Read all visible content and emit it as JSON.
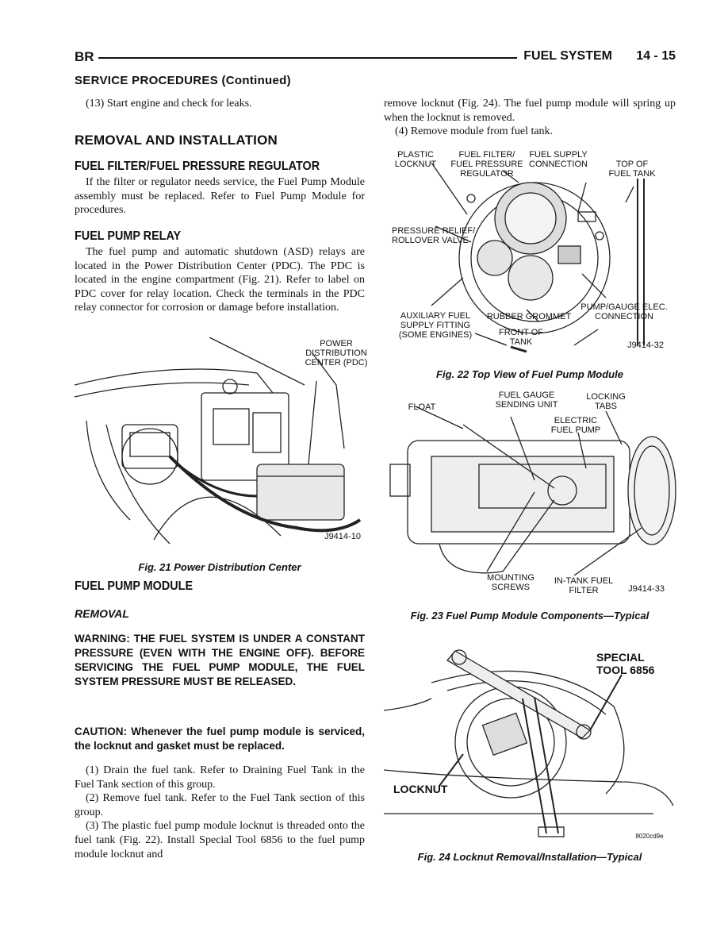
{
  "header": {
    "section": "BR",
    "title": "FUEL SYSTEM",
    "page": "14 - 15"
  },
  "left": {
    "service_heading": "SERVICE PROCEDURES (Continued)",
    "step13": "(13) Start engine and check for leaks.",
    "removal_heading": "REMOVAL AND INSTALLATION",
    "filter_heading": "FUEL FILTER/FUEL PRESSURE REGULATOR",
    "filter_text": "If the filter or regulator needs service, the Fuel Pump Module assembly must be replaced. Refer to Fuel Pump Module for procedures.",
    "relay_heading": "FUEL PUMP RELAY",
    "relay_text": "The fuel pump and automatic shutdown (ASD) relays are located in the Power Distribution Center (PDC). The PDC is located in the engine compartment (Fig. 21). Refer to label on PDC cover for relay location. Check the terminals in the PDC relay connector for corrosion or damage before installation.",
    "fig21_label_pdc": "POWER DISTRIBUTION CENTER (PDC)",
    "fig21_code": "J9414-10",
    "fig21_caption": "Fig. 21 Power Distribution Center",
    "module_heading": "FUEL PUMP MODULE",
    "removal_sub": "REMOVAL",
    "warning": "WARNING: THE FUEL SYSTEM IS UNDER A CONSTANT PRESSURE (EVEN WITH THE ENGINE OFF). BEFORE SERVICING THE FUEL PUMP MODULE, THE FUEL SYSTEM PRESSURE MUST BE RELEASED.",
    "caution": "CAUTION: Whenever the fuel pump module is serviced, the locknut and gasket must be replaced.",
    "step1": "(1) Drain the fuel tank. Refer to Draining Fuel Tank in the Fuel Tank section of this group.",
    "step2": "(2) Remove fuel tank. Refer to the Fuel Tank section of this group.",
    "step3": "(3) The plastic fuel pump module locknut is threaded onto the fuel tank (Fig. 22). Install Special Tool 6856 to the fuel pump module locknut and"
  },
  "right": {
    "cont_text": "remove locknut (Fig. 24). The fuel pump module will spring up when the locknut is removed.",
    "step4": "(4) Remove module from fuel tank.",
    "fig22": {
      "plastic_locknut": "PLASTIC LOCKNUT",
      "filter_reg": "FUEL FILTER/ FUEL PRESSURE REGULATOR",
      "supply": "FUEL SUPPLY CONNECTION",
      "top_tank": "TOP OF FUEL TANK",
      "relief": "PRESSURE RELIEF/ ROLLOVER VALVE",
      "aux": "AUXILIARY FUEL SUPPLY FITTING (SOME ENGINES)",
      "grommet": "RUBBER GROMMET",
      "front": "FRONT OF TANK",
      "pump_gauge": "PUMP/GAUGE ELEC. CONNECTION",
      "code": "J9414-32",
      "caption": "Fig. 22 Top View of Fuel Pump Module"
    },
    "fig23": {
      "float": "FLOAT",
      "gauge": "FUEL GAUGE SENDING UNIT",
      "tabs": "LOCKING TABS",
      "pump": "ELECTRIC FUEL PUMP",
      "screws": "MOUNTING SCREWS",
      "filter": "IN-TANK FUEL FILTER",
      "code": "J9414-33",
      "caption": "Fig. 23 Fuel Pump Module Components—Typical"
    },
    "fig24": {
      "tool": "SPECIAL TOOL 6856",
      "locknut": "LOCKNUT",
      "code": "8020cd9e",
      "caption": "Fig. 24 Locknut Removal/Installation—Typical"
    }
  }
}
